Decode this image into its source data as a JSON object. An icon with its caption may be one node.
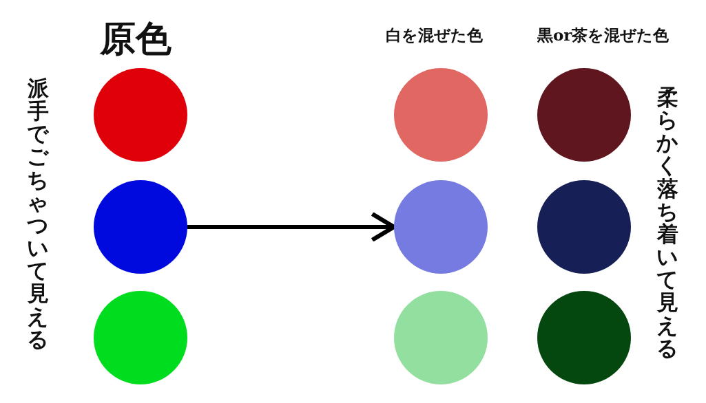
{
  "diagram": {
    "nodes": [
      {
        "text": [],
        "shape": "circle"
      },
      {
        "text": [],
        "shape": "circle"
      },
      {
        "text": [],
        "shape": "circle"
      },
      {
        "text": [],
        "shape": "circle"
      },
      {
        "text": [],
        "shape": "circle"
      },
      {
        "text": [],
        "shape": "circle"
      },
      {
        "text": [],
        "shape": "circle"
      },
      {
        "text": [],
        "shape": "circle"
      },
      {
        "text": [],
        "shape": "circle"
      }
    ],
    "edges": [
      {
        "from": 1,
        "to": 4,
        "arrow": "to"
      }
    ],
    "labels": [
      "原色",
      "派手でごちゃついて見える",
      "白を混ぜた色",
      "黒or茶を混ぜた色",
      "柔らかく落ち着いて見える"
    ]
  }
}
